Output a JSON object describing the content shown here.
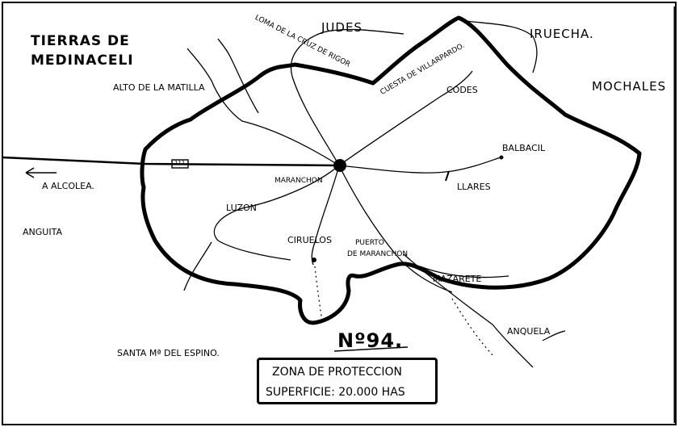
{
  "title": {
    "line1": "TIERRAS DE",
    "line2": "MEDINACELI"
  },
  "map_number": "Nº94.",
  "protection_box": {
    "line1": "ZONA DE PROTECCION",
    "line2": "SUPERFICIE: 20.000 HAS"
  },
  "arrow_label": "A ALCOLEA.",
  "road_badge": "111",
  "places": {
    "judes": "JUDES",
    "irue": "IRUECHA.",
    "mochales": "MOCHALES",
    "loma": "LOMA DE LA CRUZ DE RIGOR",
    "cuesta": "CUESTA DE VILLARPARDO.",
    "alto": "ALTO DE LA MATILLA",
    "codes": "CODES",
    "balbacil": "BALBACIL",
    "llares": "LLARES",
    "maranchon": "MARANCHON",
    "luzon": "LUZON",
    "ciruelos": "CIRUELOS",
    "puerto": "PUERTO",
    "puerto2": "DE MARANCHON",
    "anguita": "ANGUITA",
    "mazarete": "MAZARETE",
    "anquela": "ANQUELA",
    "santa": "SANTA Mª DEL ESPINO."
  },
  "colors": {
    "ink": "#000000",
    "paper": "#ffffff"
  }
}
